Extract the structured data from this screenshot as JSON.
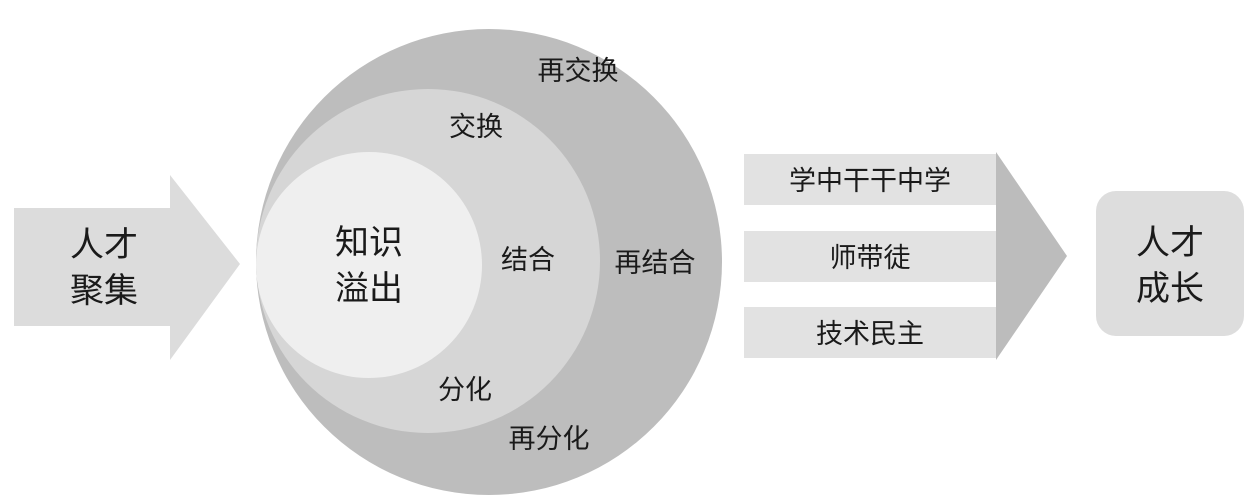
{
  "left_arrow": {
    "line1": "人才",
    "line2": "聚集"
  },
  "circles": {
    "outer": {
      "top": "再交换",
      "right": "再结合",
      "bottom": "再分化"
    },
    "middle": {
      "top": "交换",
      "right": "结合",
      "bottom": "分化"
    },
    "inner": {
      "line1": "知识",
      "line2": "溢出"
    }
  },
  "channels": [
    "学中干干中学",
    "师带徒",
    "技术民主"
  ],
  "result_box": {
    "line1": "人才",
    "line2": "成长"
  },
  "colors": {
    "outer_circle": "#bdbdbd",
    "middle_circle": "#d6d6d6",
    "inner_circle": "#efefef",
    "arrow_fill": "#dcdcdc",
    "bar_fill": "#e2e2e2",
    "funnel_fill": "#bcbcbc",
    "box_fill": "#dddddd"
  }
}
